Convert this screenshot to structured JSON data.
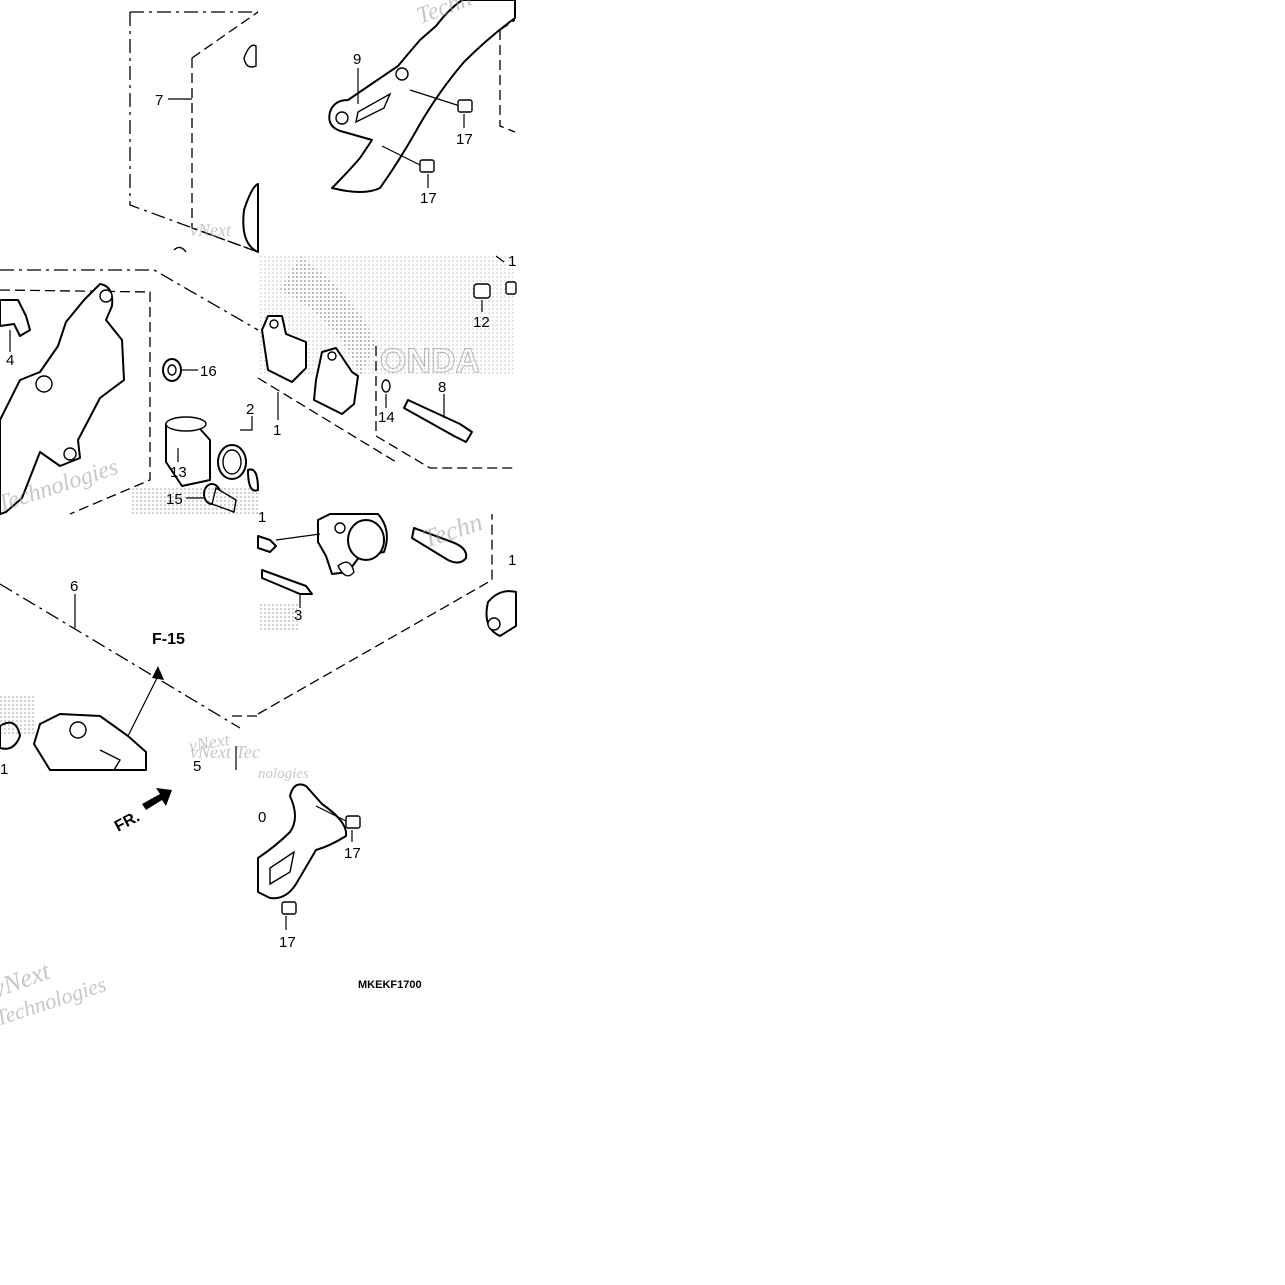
{
  "diagram": {
    "drawing_code": "MKEKF1700",
    "reference": "F-15",
    "direction_label": "FR.",
    "watermark_lines": [
      "vNext",
      "Technologies"
    ],
    "callouts": {
      "c1": "1",
      "c2": "2",
      "c3": "3",
      "c4": "4",
      "c5": "5",
      "c6": "6",
      "c7": "7",
      "c8": "8",
      "c9": "9",
      "c10": "0",
      "c12": "12",
      "c13": "13",
      "c14": "14",
      "c15": "15",
      "c16": "16",
      "c17a": "17",
      "c17b": "17",
      "c17c": "17",
      "c17d": "17",
      "c1b": "1",
      "c1c": "1",
      "c1d": "1",
      "c1e": "1"
    }
  }
}
